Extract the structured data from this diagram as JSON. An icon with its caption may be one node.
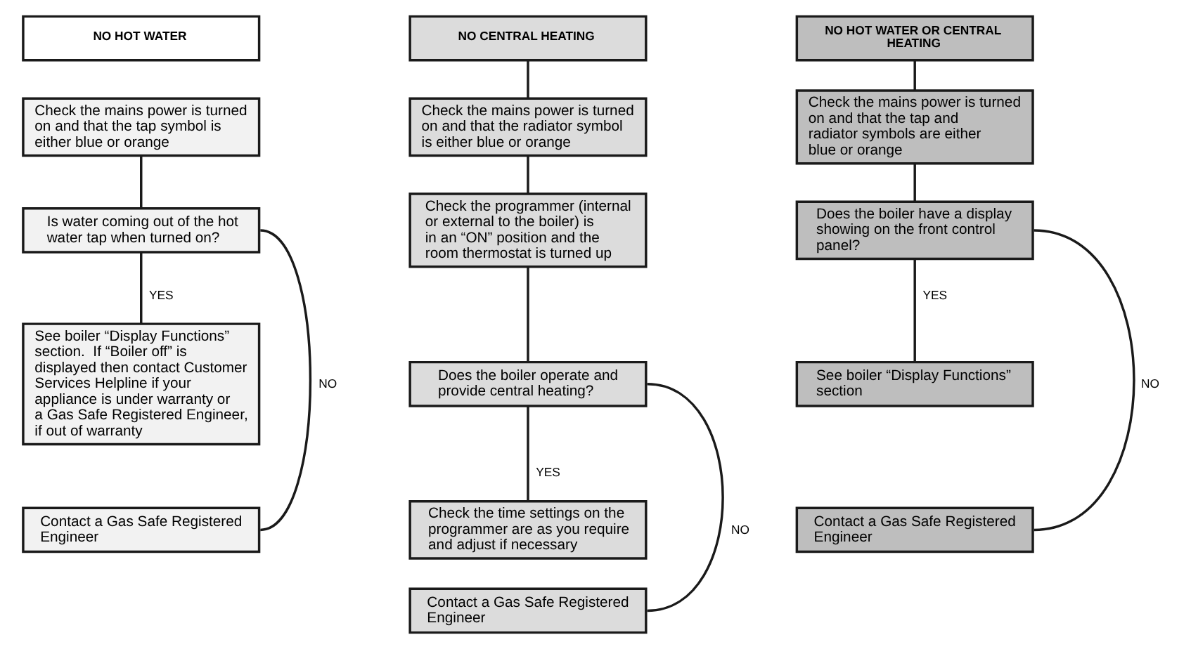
{
  "diagram": {
    "nodes": [
      {
        "text": [
          "NO HOT WATER"
        ]
      },
      {
        "text": [
          "Check the mains power is turned on and that the tap symbol is either blue or orange"
        ]
      },
      {
        "text": [
          "Is water coming out of the hot water tap when turned on?"
        ]
      },
      {
        "text": [
          "See boiler “Display Functions” section.  If “Boiler off” is displayed then contact Customer Services Helpline if your appliance is under warranty or a Gas Safe Registered Engineer, if out of warranty"
        ]
      },
      {
        "text": [
          "Contact a Gas Safe Registered Engineer"
        ]
      },
      {
        "text": [
          "NO CENTRAL HEATING"
        ]
      },
      {
        "text": [
          "Check the mains power is turned on and that the radiator symbol is either blue or orange"
        ]
      },
      {
        "text": [
          "Check the programmer (internal or external to the boiler) is in an “ON” position and the room thermostat is turned up"
        ]
      },
      {
        "text": [
          "Does the boiler operate and provide central heating?"
        ]
      },
      {
        "text": [
          "Check the time settings on the programmer are as you require and adjust if necessary"
        ]
      },
      {
        "text": [
          "Contact a Gas Safe Registered Engineer"
        ]
      },
      {
        "text": [
          "NO HOT WATER OR CENTRAL HEATING"
        ]
      },
      {
        "text": [
          "Check the mains power is turned on and that the tap and radiator symbols are either blue or orange"
        ]
      },
      {
        "text": [
          "Does the boiler have a display showing on the front control panel?"
        ]
      },
      {
        "text": [
          "See boiler “Display Functions” section"
        ]
      },
      {
        "text": [
          "Contact a Gas Safe Registered Engineer"
        ]
      }
    ],
    "edges": [
      {
        "from": 1,
        "to": 2,
        "arrow": "none"
      },
      {
        "from": 2,
        "to": 3,
        "arrow": "none",
        "label": "YES"
      },
      {
        "from": 2,
        "to": 4,
        "arrow": "none",
        "label": "NO"
      },
      {
        "from": 5,
        "to": 6,
        "arrow": "none"
      },
      {
        "from": 6,
        "to": 7,
        "arrow": "none"
      },
      {
        "from": 7,
        "to": 8,
        "arrow": "none"
      },
      {
        "from": 8,
        "to": 9,
        "arrow": "none",
        "label": "YES"
      },
      {
        "from": 8,
        "to": 10,
        "arrow": "none",
        "label": "NO"
      },
      {
        "from": 11,
        "to": 12,
        "arrow": "none"
      },
      {
        "from": 12,
        "to": 13,
        "arrow": "none"
      },
      {
        "from": 13,
        "to": 14,
        "arrow": "none",
        "label": "YES"
      },
      {
        "from": 13,
        "to": 15,
        "arrow": "none",
        "label": "NO"
      }
    ]
  }
}
